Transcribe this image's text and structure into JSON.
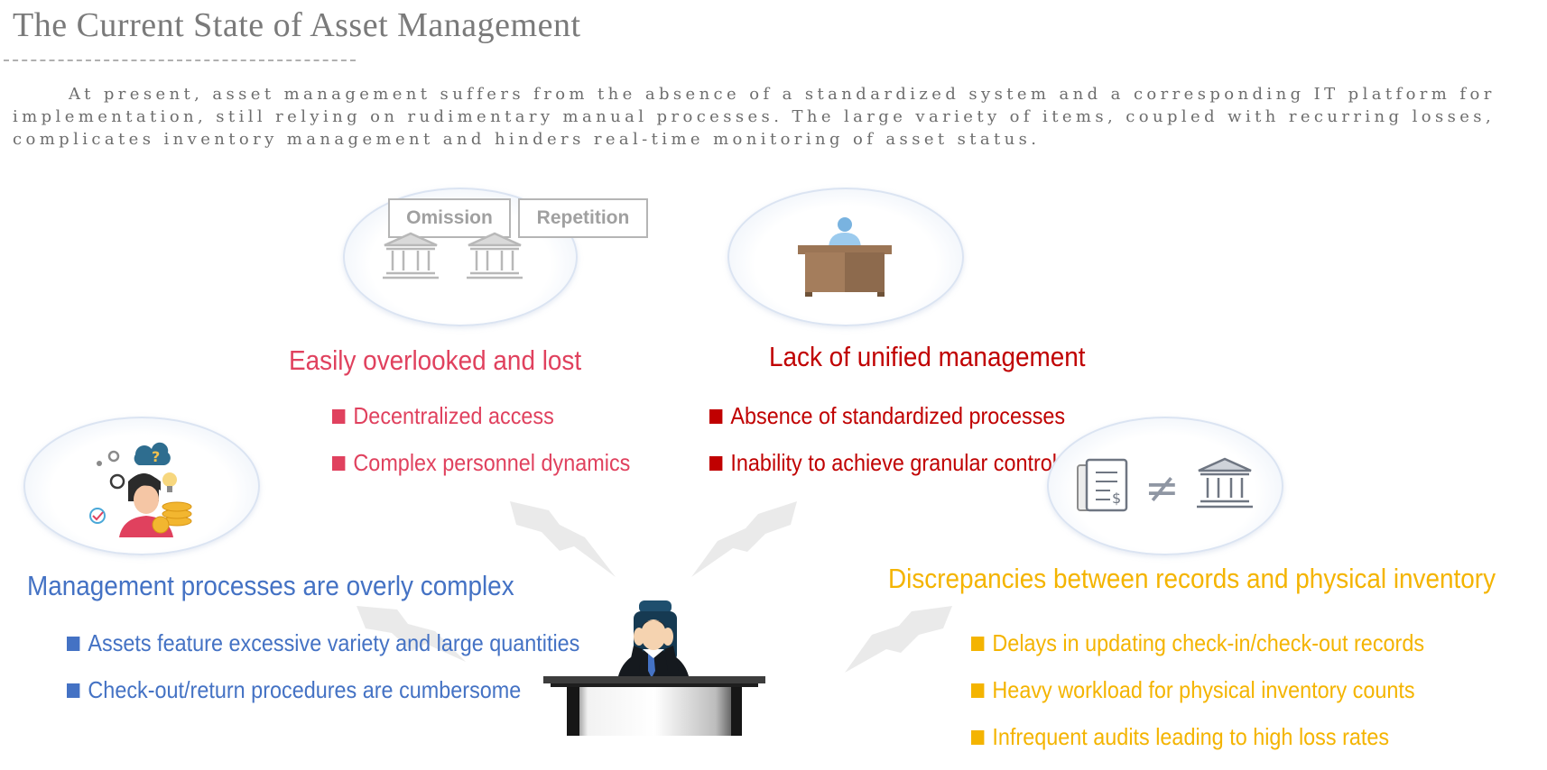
{
  "title": "The Current State of Asset Management",
  "intro": "At present, asset management suffers from the absence of a standardized system and a corresponding IT platform for implementation, still relying on rudimentary manual processes. The large variety of items, coupled with recurring losses, complicates inventory management and hinders real-time monitoring of asset status.",
  "tags": {
    "omission": "Omission",
    "repetition": "Repetition"
  },
  "sections": {
    "overlooked": {
      "heading": "Easily overlooked and lost",
      "items": [
        "Decentralized access",
        "Complex personnel dynamics"
      ]
    },
    "unified": {
      "heading": "Lack of unified management",
      "items": [
        "Absence of standardized processes",
        "Inability to achieve granular control"
      ]
    },
    "complex": {
      "heading": "Management processes are overly complex",
      "items": [
        "Assets feature excessive variety and large quantities",
        "Check-out/return procedures are cumbersome"
      ]
    },
    "discrepancy": {
      "heading": "Discrepancies between records and physical inventory",
      "items": [
        "Delays in updating check-in/check-out records",
        "Heavy workload for physical inventory counts",
        "Infrequent audits leading to high loss rates"
      ]
    }
  },
  "icons": {
    "omission_illustration": "bank-building-icon",
    "unified_illustration": "office-desk-icon",
    "complex_illustration": "busy-person-icon",
    "discrepancy_illustration": "document-not-equal-bank-icon",
    "center_illustration": "stressed-businessman-icon",
    "arrows": "lightning-arrow-icon"
  },
  "not_equal_symbol": "≠",
  "colors": {
    "title": "#7a7a7a",
    "overlooked": "#e0415e",
    "unified": "#c00000",
    "complex": "#4472c4",
    "discrepancy": "#f4b400"
  }
}
